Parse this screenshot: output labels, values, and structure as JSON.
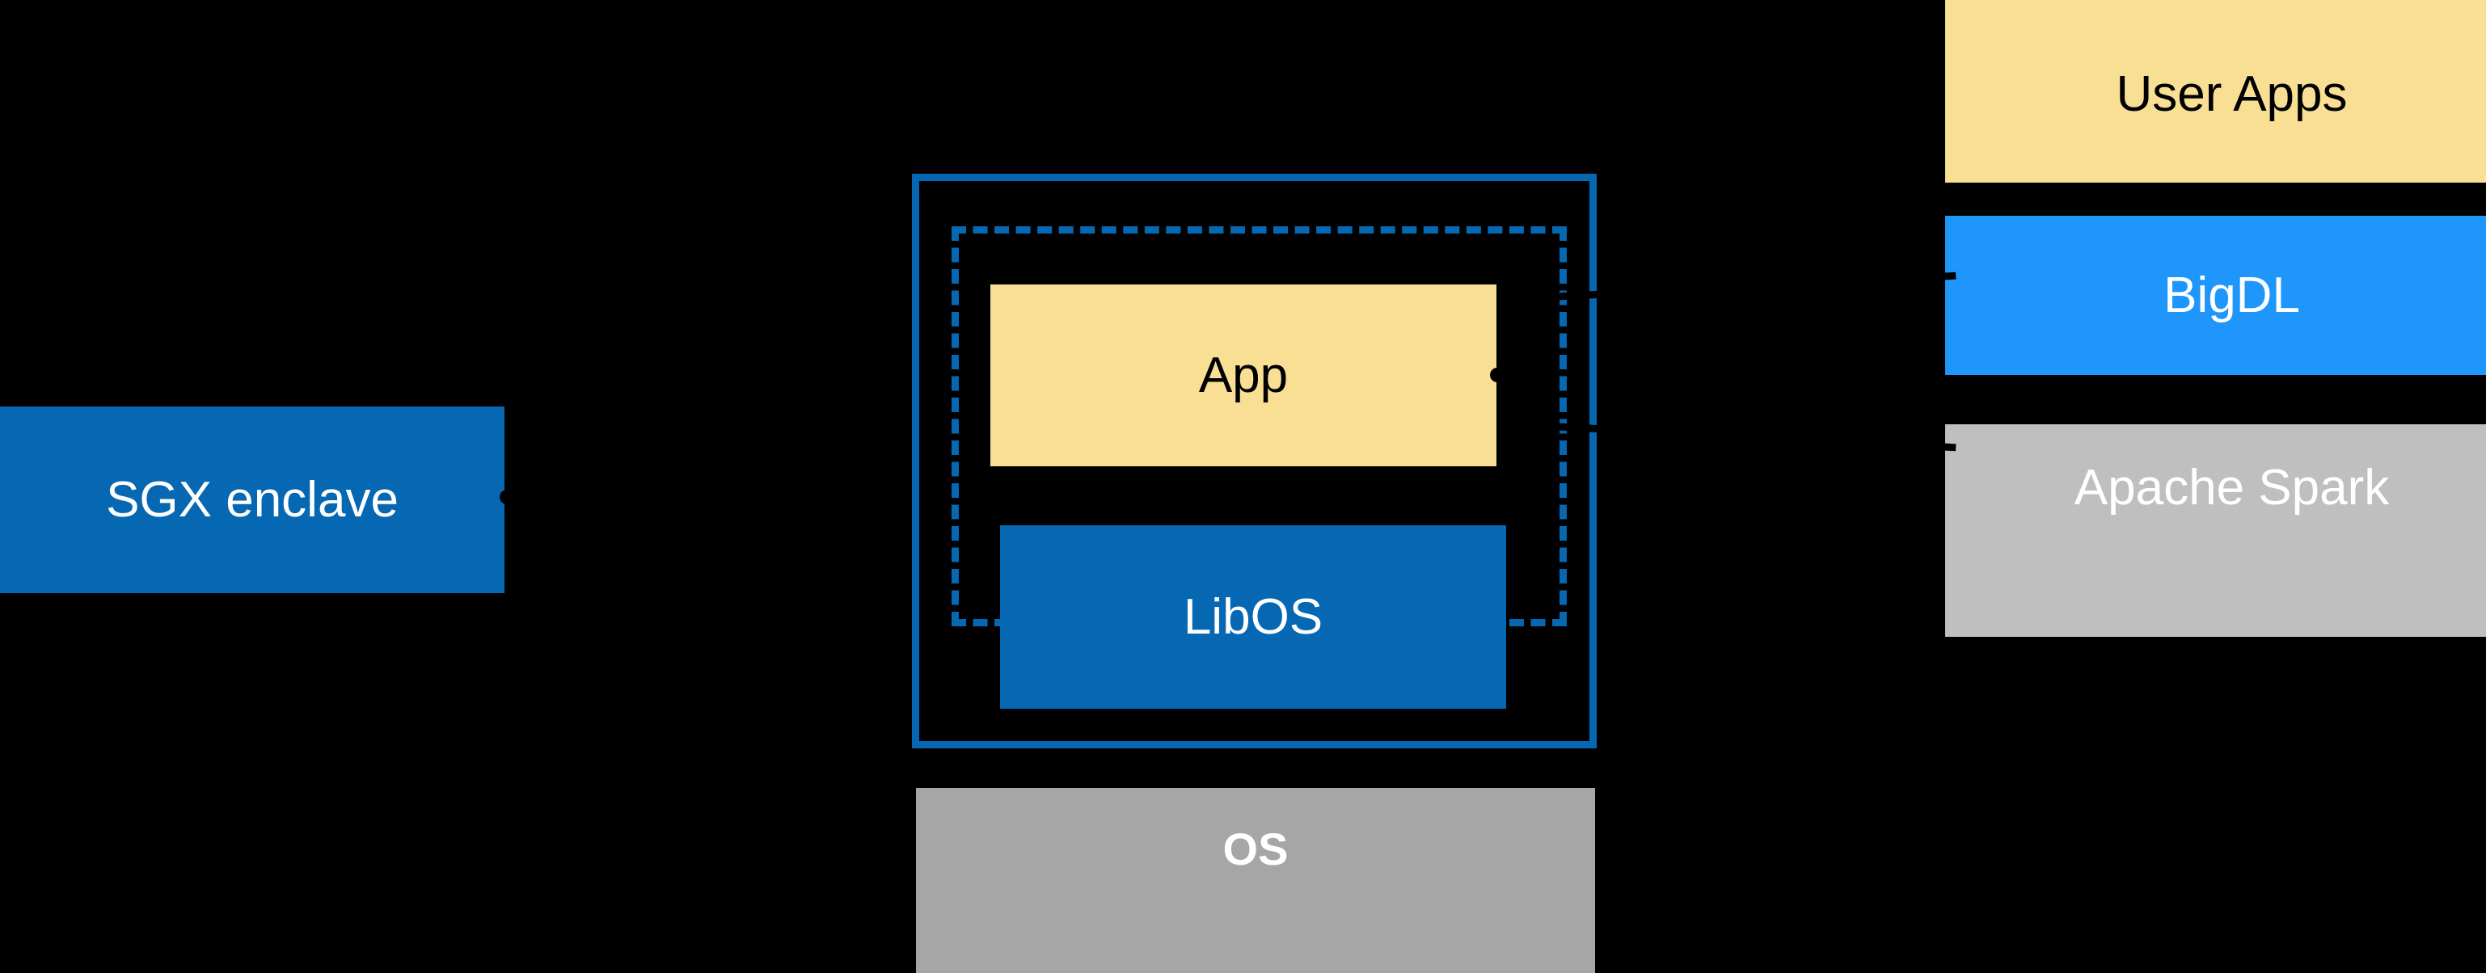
{
  "diagram": {
    "background_color": "#000000",
    "left_group": {
      "sgx_enclave": {
        "label": "SGX enclave",
        "fill": "#0668B3",
        "text_color": "#FFFFFF"
      }
    },
    "center_group": {
      "outer_frame": {
        "label": "",
        "stroke": "#0668B3",
        "style": "solid"
      },
      "inner_frame": {
        "label": "",
        "stroke": "#0668B3",
        "style": "dashed"
      },
      "app": {
        "label": "App",
        "fill": "#F8DF93",
        "text_color": "#000000"
      },
      "libos": {
        "label": "LibOS",
        "fill": "#0668B3",
        "text_color": "#FFFFFF"
      },
      "os": {
        "label": "OS",
        "fill": "#A6A6A6",
        "text_color": "#FFFFFF"
      }
    },
    "right_stack": [
      {
        "label": "User Apps",
        "fill": "#F8DF93",
        "text_color": "#000000"
      },
      {
        "label": "BigDL",
        "fill": "#1E96FB",
        "text_color": "#FFFFFF"
      },
      {
        "label": "Apache Spark",
        "fill": "#BFBFBF",
        "text_color": "#FFFFFF"
      }
    ]
  }
}
